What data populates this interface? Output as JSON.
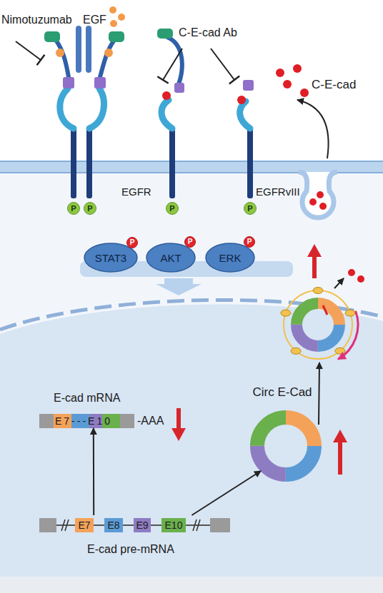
{
  "diagram": {
    "nodes": [
      {
        "text": [
          "P"
        ]
      },
      {
        "text": [
          "P"
        ]
      },
      {
        "text": [
          "P"
        ]
      },
      {
        "text": [
          "P"
        ]
      },
      {
        "text": [
          "STAT3"
        ]
      },
      {
        "text": [
          "P"
        ],
        "in": 4
      },
      {
        "text": [
          "AKT"
        ]
      },
      {
        "text": [
          "P"
        ],
        "in": 6
      },
      {
        "text": [
          "ERK"
        ]
      },
      {
        "text": [
          "P"
        ],
        "in": 8
      },
      {
        "text": [
          "E-cad mRNA",
          "E7---E10",
          "-AAA"
        ]
      },
      {
        "text": [
          "Circ E-Cad"
        ]
      },
      {
        "text": [
          "E-cad pre-mRNA"
        ]
      },
      {
        "text": [
          "E7"
        ],
        "in": 12
      },
      {
        "text": [
          "E8"
        ],
        "in": 12
      },
      {
        "text": [
          "E9"
        ],
        "in": 12
      },
      {
        "text": [
          "E10"
        ],
        "in": 12
      }
    ],
    "edges": [
      {
        "from": 12,
        "to": 10,
        "arrow": "to"
      },
      {
        "from": 12,
        "to": 11,
        "arrow": "to"
      }
    ],
    "labels": [
      "Nimotuzumab",
      "EGF",
      "C-E-cad Ab",
      "C-E-cad",
      "EGFR",
      "EGFRvIII"
    ]
  }
}
